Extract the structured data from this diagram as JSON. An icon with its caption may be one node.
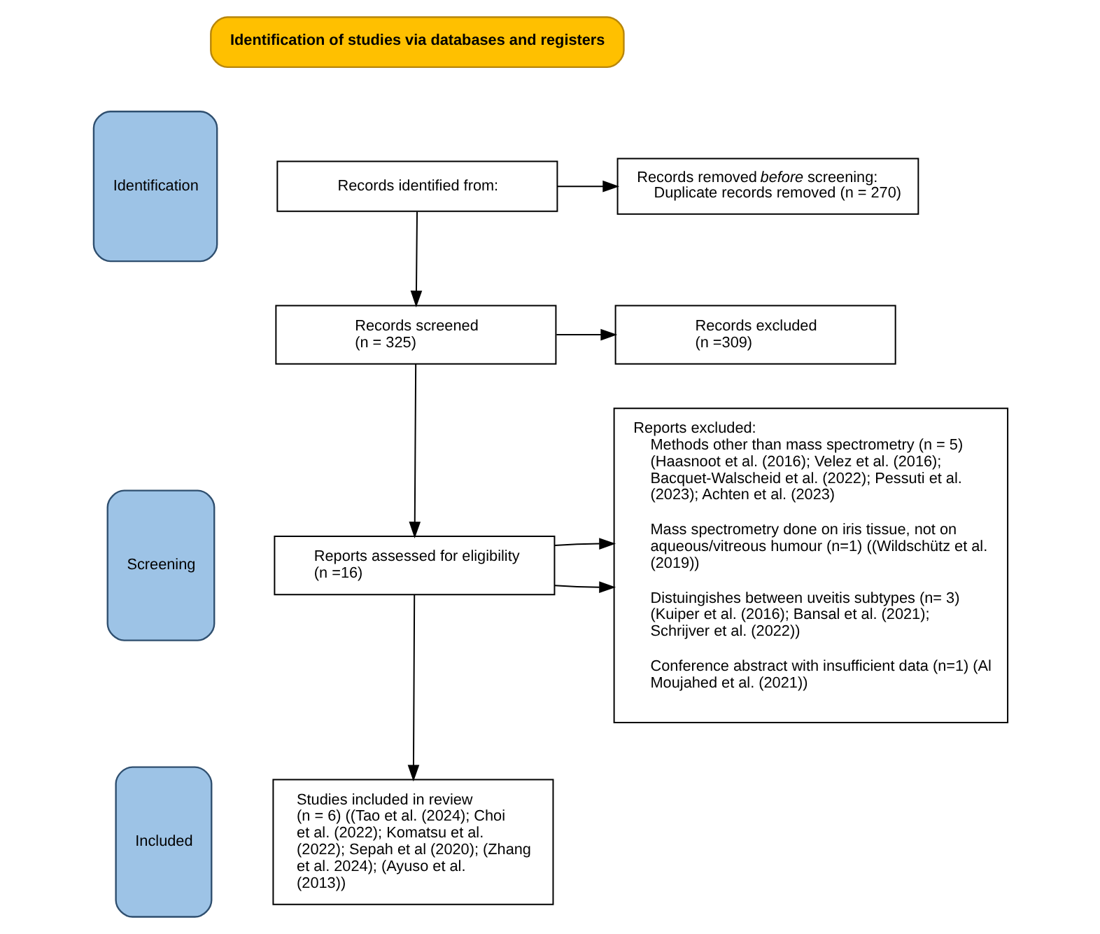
{
  "diagram": {
    "nodes": [
      {
        "text": [
          "Identification of studies via databases and registers"
        ]
      },
      {
        "text": [
          "Identification"
        ]
      },
      {
        "text": [
          "Screening"
        ]
      },
      {
        "text": [
          "Included"
        ]
      },
      {
        "text": [
          "Records identified from:"
        ]
      },
      {
        "text": [
          "Records removed *before* screening:",
          "Duplicate records removed (n = 270)"
        ]
      },
      {
        "text": [
          "Records screened",
          "(n = 325)"
        ]
      },
      {
        "text": [
          "Records excluded",
          "(n =309)"
        ]
      },
      {
        "text": [
          "Reports assessed for eligibility",
          "(n =16)"
        ]
      },
      {
        "text": [
          "Reports excluded:",
          "Methods other than mass spectrometry (n = 5) (Haasnoot et al. (2016); Velez et al. (2016); Bacquet-Walscheid et al. (2022); Pessuti et al. (2023); Achten et al. (2023)",
          "Mass spectrometry done on iris tissue, not on aqueous/vitreous humour (n=1) ((Wildschütz et al. (2019))",
          "Distuingishes between uveitis subtypes (n= 3) (Kuiper et al. (2016); Bansal et al. (2021); Schrijver et al. (2022))",
          "Conference abstract with insufficient data (n=1) (Al Moujahed et al. (2021))"
        ]
      },
      {
        "text": [
          "Studies included in review",
          "(n = 6) ((Tao et al. (2024); Choi et al. (2022); Komatsu et al. (2022); Sepah et al (2020); (Zhang et al. 2024); (Ayuso et al. (2013))"
        ]
      }
    ],
    "edges": [
      {
        "from": 4,
        "to": 5,
        "arrow": "to"
      },
      {
        "from": 4,
        "to": 6,
        "arrow": "to"
      },
      {
        "from": 6,
        "to": 7,
        "arrow": "to"
      },
      {
        "from": 6,
        "to": 8,
        "arrow": "to"
      },
      {
        "from": 8,
        "to": 9,
        "arrow": "to"
      },
      {
        "from": 8,
        "to": 9,
        "arrow": "to"
      },
      {
        "from": 8,
        "to": 10,
        "arrow": "to"
      }
    ]
  }
}
